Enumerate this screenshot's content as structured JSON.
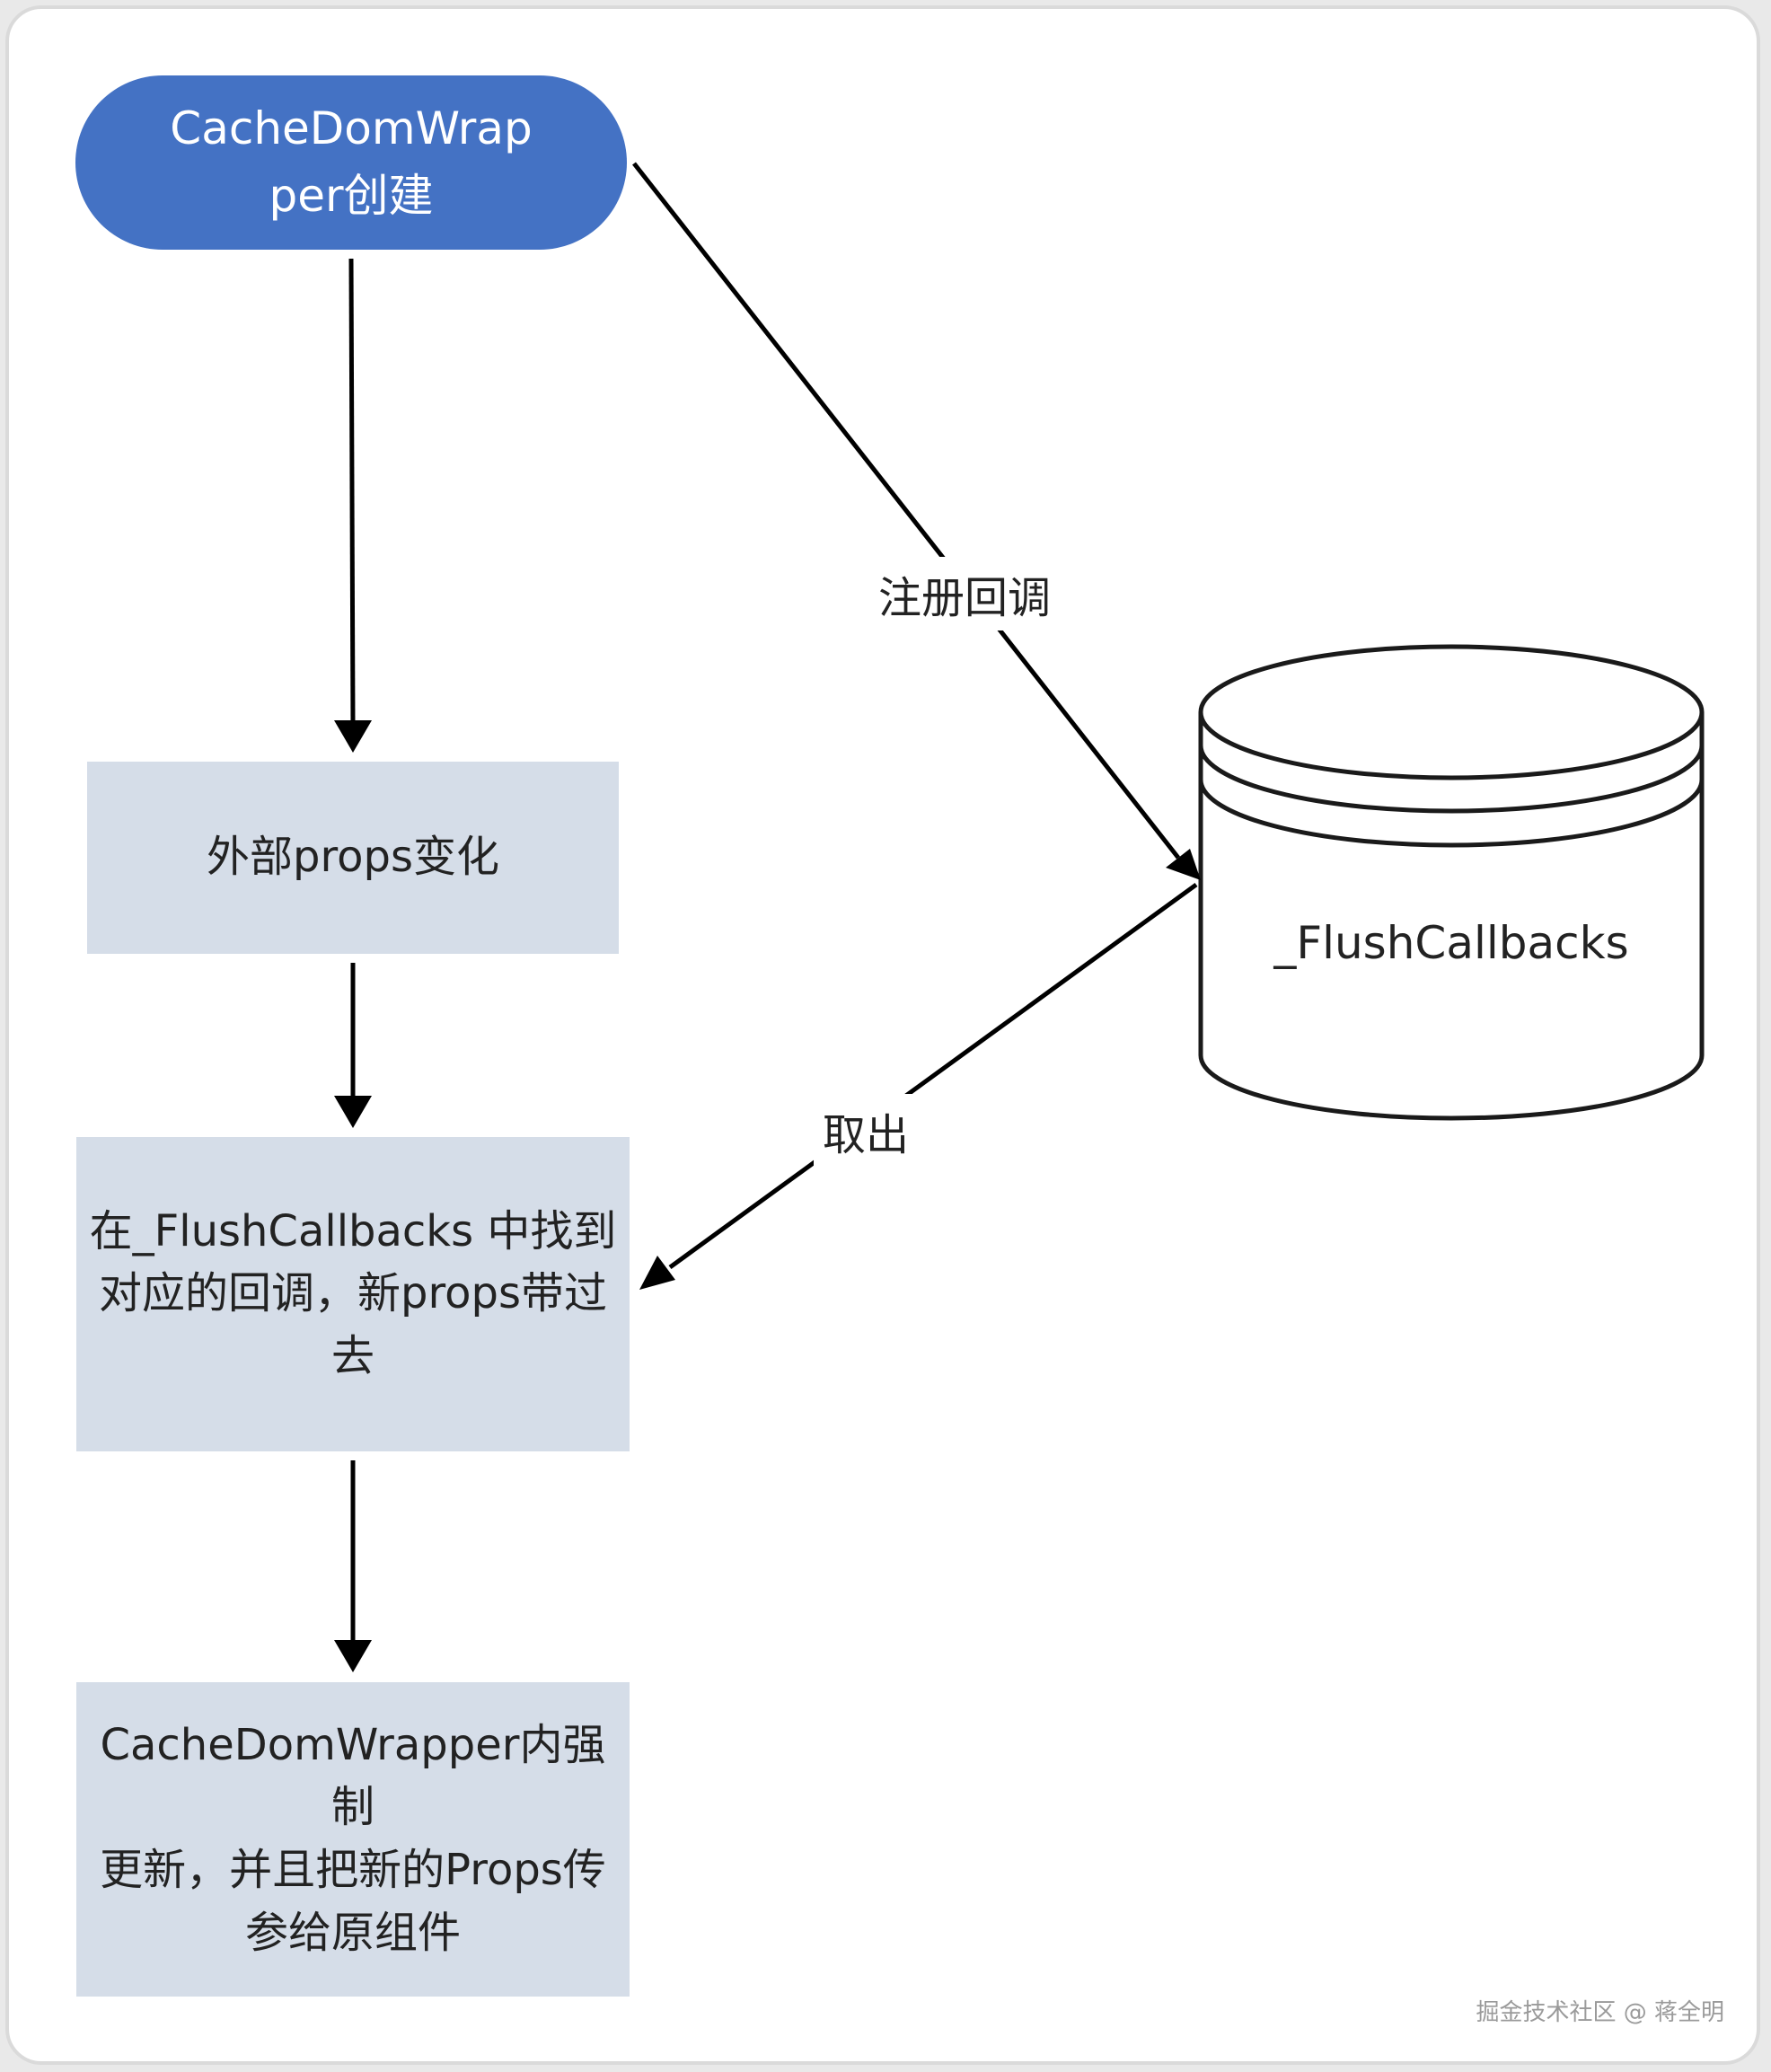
{
  "diagram": {
    "nodes": {
      "start": {
        "label": "CacheDomWrap\nper创建",
        "shape": "stadium",
        "color": "#4472c4"
      },
      "props_change": {
        "label": "外部props变化",
        "shape": "rectangle",
        "color": "#d5dde8"
      },
      "find_callback": {
        "label": "在_FlushCallbacks 中找到\n对应的回调，新props带过\n去",
        "shape": "rectangle",
        "color": "#d5dde8"
      },
      "force_update": {
        "label": "CacheDomWrapper内强制\n更新，并且把新的Props传\n参给原组件",
        "shape": "rectangle",
        "color": "#d5dde8"
      },
      "store": {
        "label": "_FlushCallbacks",
        "shape": "database-cylinder",
        "color": "#ffffff"
      }
    },
    "edges": [
      {
        "from": "start",
        "to": "props_change",
        "label": ""
      },
      {
        "from": "props_change",
        "to": "find_callback",
        "label": ""
      },
      {
        "from": "find_callback",
        "to": "force_update",
        "label": ""
      },
      {
        "from": "start",
        "to": "store",
        "label": "注册回调"
      },
      {
        "from": "store",
        "to": "find_callback",
        "label": "取出"
      }
    ]
  },
  "watermark": "掘金技术社区 @ 蒋全明"
}
